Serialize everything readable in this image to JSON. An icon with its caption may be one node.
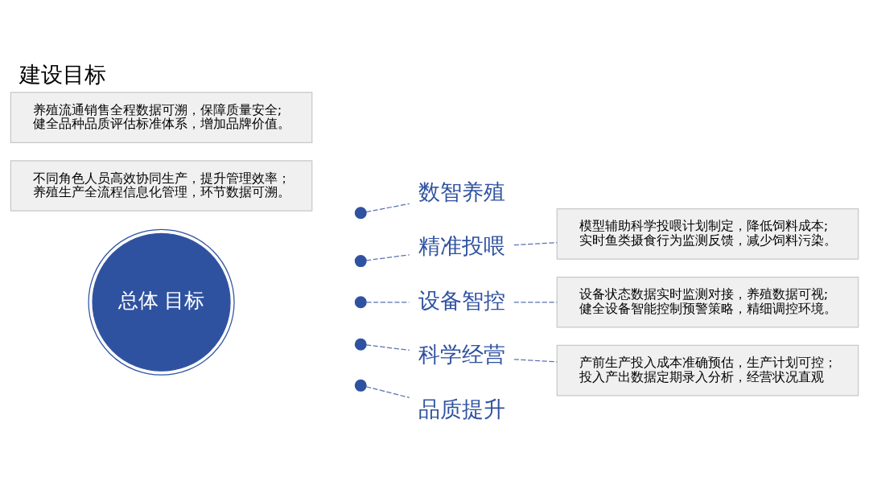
{
  "diagram": {
    "title": "建设目标",
    "nodes": [
      {
        "text": [
          "总体 目标"
        ]
      },
      {
        "text": [],
        "shape": "circle"
      },
      {
        "text": [
          "数智养殖"
        ]
      },
      {
        "text": [
          "不同角色人员高效协同生产，提升管理效率；",
          "养殖生产全流程信息化管理，环节数据可溯。"
        ]
      },
      {
        "text": [],
        "shape": "circle"
      },
      {
        "text": [
          "精准投喂"
        ]
      },
      {
        "text": [
          "模型辅助科学投喂计划制定，降低饲料成本;",
          "实时鱼类摄食行为监测反馈，减少饲料污染。"
        ]
      },
      {
        "text": [],
        "shape": "circle"
      },
      {
        "text": [
          "设备智控"
        ]
      },
      {
        "text": [
          "设备状态数据实时监测对接，养殖数据可视;",
          "健全设备智能控制预警策略，精细调控环境。"
        ]
      },
      {
        "text": [],
        "shape": "circle"
      },
      {
        "text": [
          "科学经营"
        ]
      },
      {
        "text": [
          "产前生产投入成本准确预估，生产计划可控；",
          "投入产出数据定期录入分析，经营状况直观"
        ]
      },
      {
        "text": [],
        "shape": "circle"
      },
      {
        "text": [
          "品质提升"
        ]
      },
      {
        "text": [
          "养殖流通销售全程数据可溯，保障质量安全;",
          "健全品种品质评估标准体系，增加品牌价值。"
        ]
      }
    ],
    "edges": [
      {
        "from": 1,
        "to": 2,
        "arrow": "none",
        "style": "dashed"
      },
      {
        "from": 4,
        "to": 5,
        "arrow": "none",
        "style": "dashed"
      },
      {
        "from": 5,
        "to": 6,
        "arrow": "none",
        "style": "dashed"
      },
      {
        "from": 7,
        "to": 8,
        "arrow": "none",
        "style": "dashed"
      },
      {
        "from": 8,
        "to": 9,
        "arrow": "none",
        "style": "dashed"
      },
      {
        "from": 10,
        "to": 11,
        "arrow": "none",
        "style": "dashed"
      },
      {
        "from": 11,
        "to": 12,
        "arrow": "none",
        "style": "dashed"
      },
      {
        "from": 13,
        "to": 14,
        "arrow": "none",
        "style": "dashed"
      }
    ]
  }
}
